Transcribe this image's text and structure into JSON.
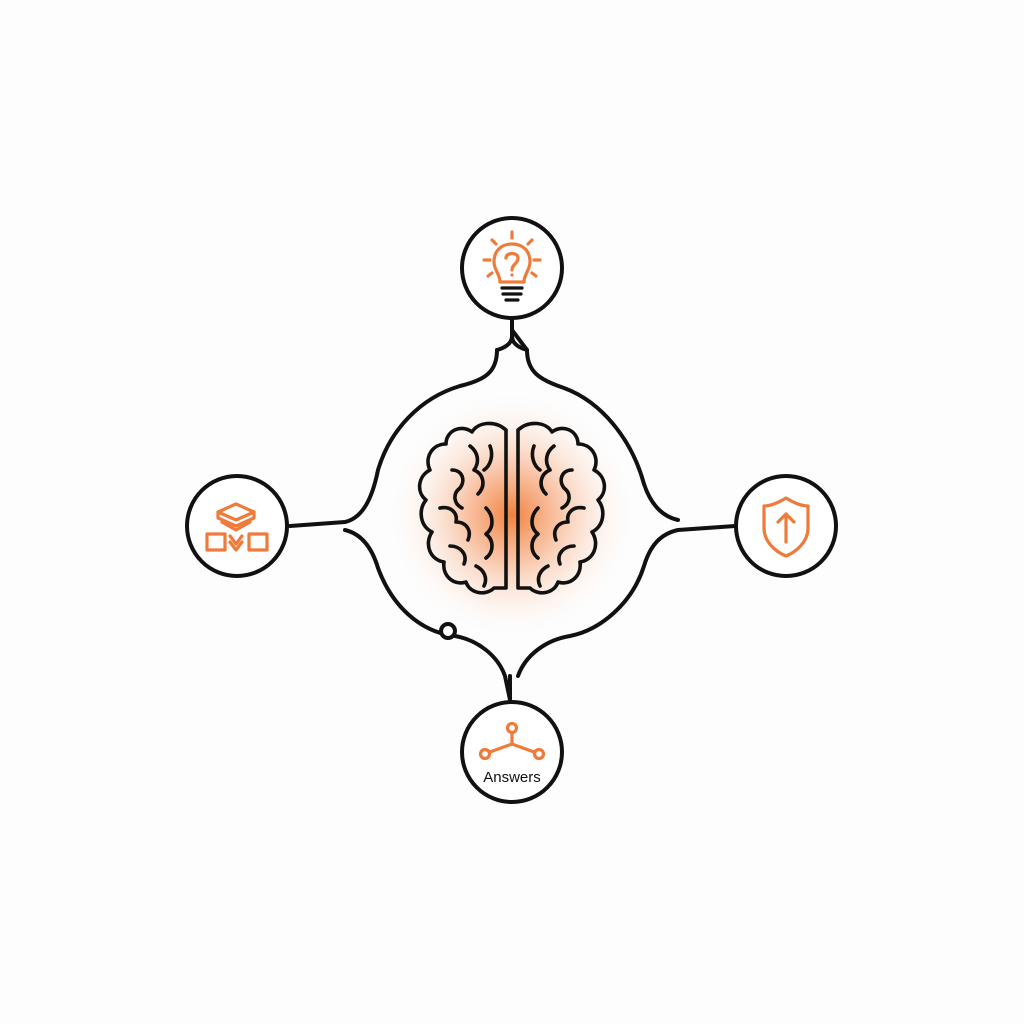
{
  "diagram": {
    "center": {
      "icon": "brain-icon"
    },
    "nodes": [
      {
        "id": "top",
        "icon": "lightbulb-question-icon"
      },
      {
        "id": "left",
        "icon": "stacked-blocks-icon"
      },
      {
        "id": "right",
        "icon": "shield-arrow-up-icon"
      },
      {
        "id": "bottom",
        "icon": "network-nodes-icon",
        "label": "Answers"
      }
    ],
    "colors": {
      "accent": "#ef7b3a",
      "line": "#111111",
      "glow": "#f48a4a",
      "background": "#fdfdfd"
    }
  }
}
